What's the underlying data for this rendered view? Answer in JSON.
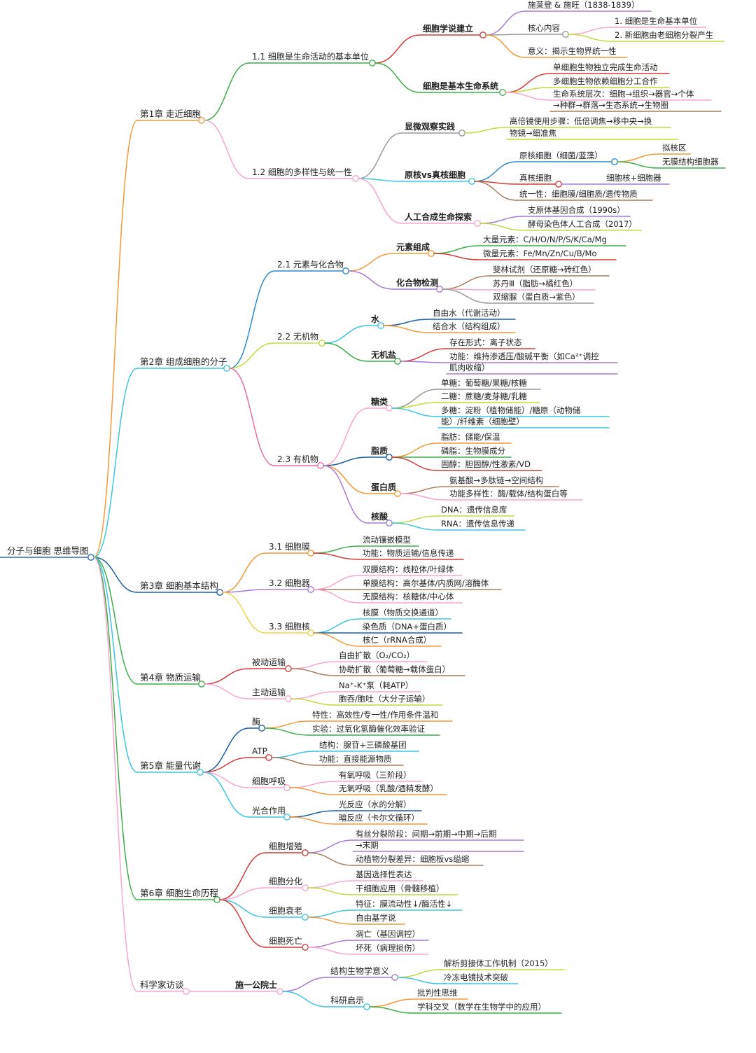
{
  "root": {
    "label": "分子与细胞 思维导图",
    "color": "#2b6cb0"
  },
  "chapters": [
    {
      "label": "第1章 走近细胞",
      "color": "#f39a36"
    },
    {
      "label": "第2章 组成细胞的分子",
      "color": "#3ec5e0"
    },
    {
      "label": "第3章 细胞基本结构",
      "color": "#1e5fa8"
    },
    {
      "label": "第4章 物质运输",
      "color": "#3fae49"
    },
    {
      "label": "第5章 能量代谢",
      "color": "#3ec5e0"
    },
    {
      "label": "第6章 细胞生命历程",
      "color": "#3fae49"
    },
    {
      "label": "科学家访谈",
      "color": "#f7a6d0"
    }
  ],
  "sections": {
    "c1": [
      {
        "label": "1.1 细胞是生命活动的基本单位",
        "color": "#3fae49"
      },
      {
        "label": "1.2 细胞的多样性与统一性",
        "color": "#f7a6d0"
      }
    ],
    "c2": [
      {
        "label": "2.1 元素与化合物",
        "color": "#2b8ac9"
      },
      {
        "label": "2.2 无机物",
        "color": "#c7d93a"
      },
      {
        "label": "2.3 有机物",
        "color": "#e96aa8"
      }
    ],
    "c3": [
      {
        "label": "3.1 细胞膜",
        "color": "#f39a36"
      },
      {
        "label": "3.2 细胞器",
        "color": "#a77bd4"
      },
      {
        "label": "3.3 细胞核",
        "color": "#f2d43c"
      }
    ],
    "c4": [
      {
        "label": "被动运输",
        "color": "#d63a3a"
      },
      {
        "label": "主动运输",
        "color": "#f7a6d0"
      }
    ],
    "c5": [
      {
        "label": "酶",
        "color": "#1e5fa8"
      },
      {
        "label": "ATP",
        "color": "#d63a3a"
      },
      {
        "label": "细胞呼吸",
        "color": "#f7a6d0"
      },
      {
        "label": "光合作用",
        "color": "#3ec5e0"
      }
    ],
    "c6": [
      {
        "label": "细胞增殖",
        "color": "#d63a3a"
      },
      {
        "label": "细胞分化",
        "color": "#f7a6d0"
      },
      {
        "label": "细胞衰老",
        "color": "#3ec5e0"
      },
      {
        "label": "细胞死亡",
        "color": "#d63a3a"
      }
    ],
    "c7": [
      {
        "label": "施一公院士",
        "color": "#f7a6d0"
      }
    ]
  },
  "topics": {
    "t11": [
      {
        "label": "细胞学说建立",
        "color": "#d63a3a"
      },
      {
        "label": "细胞是基本生命系统",
        "color": "#3fae49"
      }
    ],
    "t12": [
      {
        "label": "显微观察实践",
        "color": "#999999"
      },
      {
        "label": "原核vs真核细胞",
        "color": "#3ec5e0"
      },
      {
        "label": "人工合成生命探索",
        "color": "#f7a6d0"
      }
    ],
    "t21": [
      {
        "label": "元素组成",
        "color": "#f39a36"
      },
      {
        "label": "化合物检测",
        "color": "#a77bd4"
      }
    ],
    "t22": [
      {
        "label": "水",
        "color": "#3ec5e0"
      },
      {
        "label": "无机盐",
        "color": "#3fae49"
      }
    ],
    "t23": [
      {
        "label": "糖类",
        "color": "#f7a6d0"
      },
      {
        "label": "脂质",
        "color": "#1e5fa8"
      },
      {
        "label": "蛋白质",
        "color": "#f39a36"
      },
      {
        "label": "核酸",
        "color": "#a77bd4"
      }
    ],
    "t71": [
      {
        "label": "结构生物学意义",
        "color": "#a77bd4"
      },
      {
        "label": "科研启示",
        "color": "#3ec5e0"
      }
    ]
  },
  "leaves": {
    "cellTheory": [
      {
        "label": "施莱登 & 施旺（1838-1839）",
        "color": "#a77bd4"
      },
      {
        "label": "核心内容",
        "color": "#999999"
      },
      {
        "label": "意义：揭示生物界统一性",
        "color": "#f39a36"
      }
    ],
    "coreContent": [
      {
        "label": "1. 细胞是生命基本单位",
        "color": "#f7a6d0"
      },
      {
        "label": "2. 新细胞由老细胞分裂产生",
        "color": "#c7d93a"
      }
    ],
    "lifeSystem": [
      {
        "label": "单细胞生物独立完成生命活动",
        "color": "#d63a3a"
      },
      {
        "label": "多细胞生物依赖细胞分工合作",
        "color": "#c7d93a"
      },
      {
        "label": "生命系统层次：细胞→组织→器官→个体",
        "color": "#f7a6d0"
      },
      {
        "label": "→种群→群落→生态系统→生物圈",
        "color": "#a97a5a"
      }
    ],
    "microscope": [
      {
        "label": "高倍镜使用步骤：低倍调焦→移中央→换",
        "color": "#c7d93a"
      },
      {
        "label": "物镜→细准焦",
        "color": "#c7d93a"
      }
    ],
    "proEu": [
      {
        "label": "原核细胞（细菌/蓝藻）",
        "color": "#2b8ac9"
      },
      {
        "label": "真核细胞",
        "color": "#d63a3a"
      },
      {
        "label": "统一性：细胞膜/细胞质/遗传物质",
        "color": "#a97a5a"
      }
    ],
    "prokaryote": [
      {
        "label": "拟核区",
        "color": "#f39a36"
      },
      {
        "label": "无膜结构细胞器",
        "color": "#3fae49"
      }
    ],
    "eukaryote": [
      {
        "label": "细胞核+细胞器",
        "color": "#a77bd4"
      }
    ],
    "synthetic": [
      {
        "label": "支原体基因合成（1990s）",
        "color": "#a77bd4"
      },
      {
        "label": "酵母染色体人工合成（2017）",
        "color": "#c7d93a"
      }
    ],
    "elements": [
      {
        "label": "大量元素：C/H/O/N/P/S/K/Ca/Mg",
        "color": "#3fae49"
      },
      {
        "label": "微量元素：Fe/Mn/Zn/Cu/B/Mo",
        "color": "#d63a3a"
      }
    ],
    "detection": [
      {
        "label": "斐林试剂（还原糖→砖红色）",
        "color": "#a97a5a"
      },
      {
        "label": "苏丹Ⅲ（脂肪→橘红色）",
        "color": "#f7a6d0"
      },
      {
        "label": "双缩脲（蛋白质→紫色）",
        "color": "#999999"
      }
    ],
    "water": [
      {
        "label": "自由水（代谢活动）",
        "color": "#1e5fa8"
      },
      {
        "label": "结合水（结构组成）",
        "color": "#f39a36"
      }
    ],
    "salts": [
      {
        "label": "存在形式：离子状态",
        "color": "#d63a3a"
      },
      {
        "label": "功能：维持渗透压/酸碱平衡（如Ca²⁺调控",
        "color": "#a77bd4"
      },
      {
        "label": "肌肉收缩）",
        "color": "#a77bd4"
      }
    ],
    "sugars": [
      {
        "label": "单糖：葡萄糖/果糖/核糖",
        "color": "#999999"
      },
      {
        "label": "二糖：蔗糖/麦芽糖/乳糖",
        "color": "#c7d93a"
      },
      {
        "label": "多糖：淀粉（植物储能）/糖原（动物储",
        "color": "#3ec5e0"
      },
      {
        "label": "能）/纤维素（细胞壁）",
        "color": "#3ec5e0"
      }
    ],
    "lipids": [
      {
        "label": "脂肪：储能/保温",
        "color": "#f39a36"
      },
      {
        "label": "磷脂：生物膜成分",
        "color": "#3fae49"
      },
      {
        "label": "固醇：胆固醇/性激素/VD",
        "color": "#d63a3a"
      }
    ],
    "proteins": [
      {
        "label": "氨基酸→多肽链→空间结构",
        "color": "#a97a5a"
      },
      {
        "label": "功能多样性：酶/载体/结构蛋白等",
        "color": "#f7a6d0"
      }
    ],
    "nucleic": [
      {
        "label": "DNA：遗传信息库",
        "color": "#c7d93a"
      },
      {
        "label": "RNA：遗传信息传递",
        "color": "#3ec5e0"
      }
    ],
    "membrane": [
      {
        "label": "流动镶嵌模型",
        "color": "#3fae49"
      },
      {
        "label": "功能：物质运输/信息传递",
        "color": "#d63a3a"
      }
    ],
    "organelles": [
      {
        "label": "双膜结构：线粒体/叶绿体",
        "color": "#f7a6d0"
      },
      {
        "label": "单膜结构：高尔基体/内质网/溶酶体",
        "color": "#a97a5a"
      },
      {
        "label": "无膜结构：核糖体/中心体",
        "color": "#f7a6d0"
      }
    ],
    "nucleus": [
      {
        "label": "核膜（物质交换通道）",
        "color": "#3ec5e0"
      },
      {
        "label": "染色质（DNA+蛋白质）",
        "color": "#1e5fa8"
      },
      {
        "label": "核仁（rRNA合成）",
        "color": "#f39a36"
      }
    ],
    "passive": [
      {
        "label": "自由扩散（O₂/CO₂）",
        "color": "#f7a6d0"
      },
      {
        "label": "协助扩散（葡萄糖→载体蛋白）",
        "color": "#a97a5a"
      }
    ],
    "active": [
      {
        "label": "Na⁺-K⁺泵（耗ATP）",
        "color": "#f7a6d0"
      },
      {
        "label": "胞吞/胞吐（大分子运输）",
        "color": "#c7d93a"
      }
    ],
    "enzyme": [
      {
        "label": "特性：高效性/专一性/作用条件温和",
        "color": "#f39a36"
      },
      {
        "label": "实验：过氧化氢酶催化效率验证",
        "color": "#3fae49"
      }
    ],
    "atp": [
      {
        "label": "结构：腺苷+三磷酸基团",
        "color": "#3ec5e0"
      },
      {
        "label": "功能：直接能源物质",
        "color": "#a97a5a"
      }
    ],
    "respiration": [
      {
        "label": "有氧呼吸（三阶段）",
        "color": "#f7a6d0"
      },
      {
        "label": "无氧呼吸（乳酸/酒精发酵）",
        "color": "#f39a36"
      }
    ],
    "photosynthesis": [
      {
        "label": "光反应（水的分解）",
        "color": "#1e5fa8"
      },
      {
        "label": "暗反应（卡尔文循环）",
        "color": "#f39a36"
      }
    ],
    "proliferation": [
      {
        "label": "有丝分裂阶段：间期→前期→中期→后期",
        "color": "#a77bd4"
      },
      {
        "label": "→末期",
        "color": "#a77bd4"
      },
      {
        "label": "动植物分裂差异：细胞板vs缢缩",
        "color": "#a97a5a"
      }
    ],
    "differentiation": [
      {
        "label": "基因选择性表达",
        "color": "#f7a6d0"
      },
      {
        "label": "干细胞应用（骨髓移植）",
        "color": "#c7d93a"
      }
    ],
    "aging": [
      {
        "label": "特征：膜流动性↓/酶活性↓",
        "color": "#3ec5e0"
      },
      {
        "label": "自由基学说",
        "color": "#f39a36"
      }
    ],
    "death": [
      {
        "label": "凋亡（基因调控）",
        "color": "#a77bd4"
      },
      {
        "label": "坏死（病理损伤）",
        "color": "#f7a6d0"
      }
    ],
    "structBio": [
      {
        "label": "解析剪接体工作机制（2015）",
        "color": "#c7d93a"
      },
      {
        "label": "冷冻电镜技术突破",
        "color": "#3ec5e0"
      }
    ],
    "inspiration": [
      {
        "label": "批判性思维",
        "color": "#f39a36"
      },
      {
        "label": "学科交叉（数学在生物学中的应用）",
        "color": "#3fae49"
      }
    ]
  }
}
